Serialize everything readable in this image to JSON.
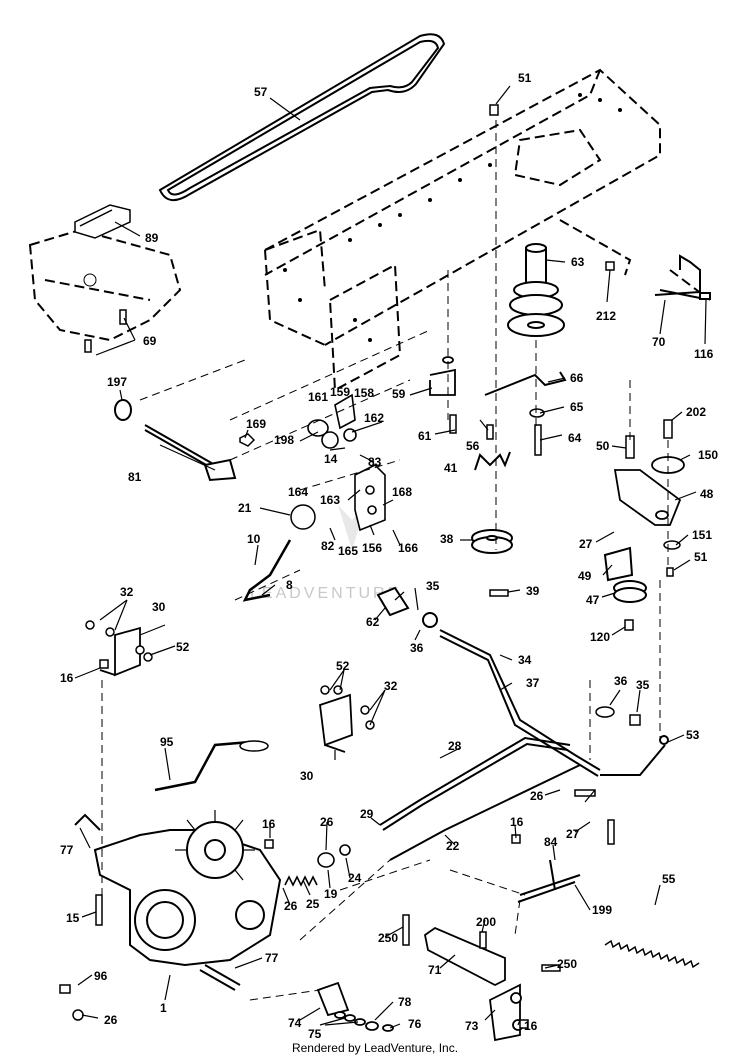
{
  "watermark": "LEADVENTURE",
  "footer": "Rendered by LeadVenture, Inc.",
  "part_labels": [
    "57",
    "51",
    "89",
    "63",
    "212",
    "70",
    "116",
    "69",
    "197",
    "59",
    "66",
    "65",
    "61",
    "56",
    "64",
    "202",
    "169",
    "161",
    "159",
    "158",
    "162",
    "198",
    "14",
    "83",
    "164",
    "163",
    "81",
    "21",
    "168",
    "82",
    "165",
    "156",
    "166",
    "41",
    "50",
    "150",
    "48",
    "38",
    "39",
    "151",
    "27",
    "51",
    "49",
    "47",
    "10",
    "8",
    "35",
    "62",
    "36",
    "120",
    "32",
    "30",
    "52",
    "16",
    "34",
    "37",
    "52",
    "32",
    "36",
    "35",
    "30",
    "53",
    "95",
    "28",
    "29",
    "26",
    "26",
    "27",
    "22",
    "16",
    "84",
    "77",
    "16",
    "19",
    "24",
    "25",
    "26",
    "55",
    "15",
    "200",
    "199",
    "250",
    "71",
    "250",
    "96",
    "77",
    "1",
    "74",
    "75",
    "78",
    "76",
    "26",
    "73",
    "16"
  ],
  "icons": [
    "leadventure-logo-watermark"
  ]
}
